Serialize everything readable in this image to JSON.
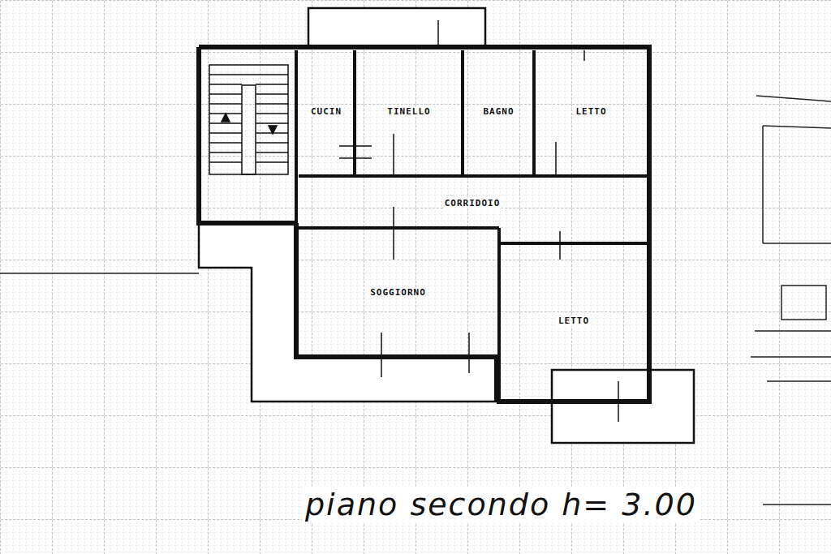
{
  "diagram": {
    "caption": "piano secondo h= 3.00",
    "nodes": [
      {
        "text": [
          "CUCIN"
        ]
      },
      {
        "text": [
          "TINELLO"
        ]
      },
      {
        "text": [
          "BAGNO"
        ]
      },
      {
        "text": [
          "LETTO"
        ]
      },
      {
        "text": [
          "CORRIDOIO"
        ]
      },
      {
        "text": [
          "SOGGIORNO"
        ]
      },
      {
        "text": [
          "LETTO"
        ]
      }
    ],
    "edges": [],
    "labels": []
  }
}
